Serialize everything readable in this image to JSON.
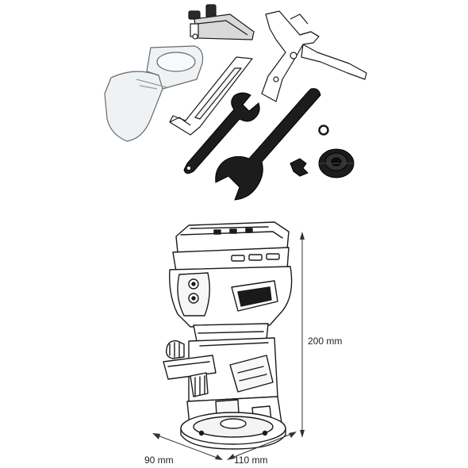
{
  "dimensions": {
    "height": "200 mm",
    "depth": "90 mm",
    "width": "110 mm"
  },
  "colors": {
    "line": "#1a1a1a",
    "accessory_dark": "#1c1c1c",
    "clear_part": "#eef2f4",
    "body_fill": "#ffffff"
  },
  "items": [
    "dust-guard-icon",
    "fine-adjust-clamp-icon",
    "edge-guide-icon",
    "parallel-guide-rail-icon",
    "small-wrench-icon",
    "large-wrench-icon",
    "collet-nut-icon",
    "wing-screw-icon",
    "washer-icon",
    "trim-router-icon"
  ]
}
